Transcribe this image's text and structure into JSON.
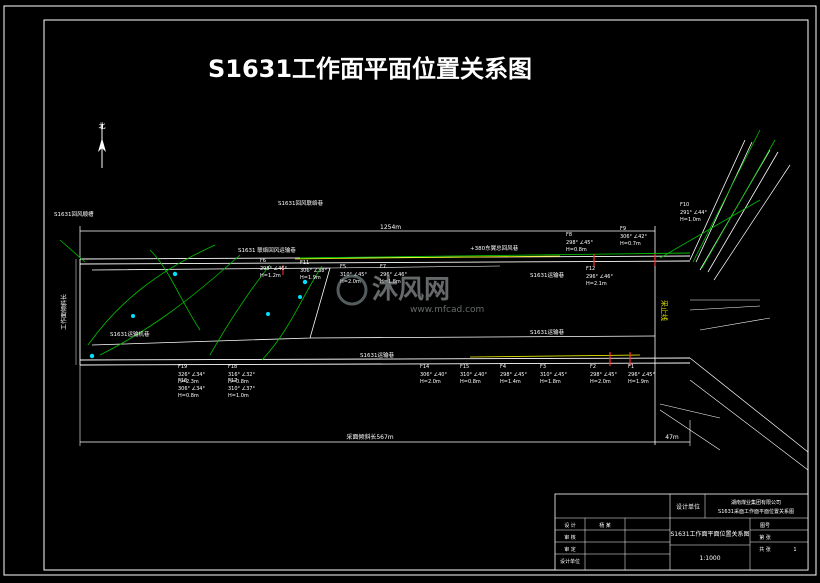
{
  "title": "S1631工作面平面位置关系图",
  "watermark": {
    "brand": "沐风网",
    "url": "www.mfcad.com"
  },
  "colors": {
    "background": "#000000",
    "frame": "#ffffff",
    "entry": "#ffffff",
    "fault": "#00c000",
    "highlight": "#e8e800",
    "cut": "#ff3030",
    "water": "#00e0ff"
  },
  "labels": {
    "top_dim": "1254m",
    "left_roadway": "S1631回风顺槽",
    "left_side_box": "工作面倾斜长",
    "wind_lane": "S1631回风联络巷",
    "top_lane": "S1631 联络回风运输巷",
    "top_right_lane": "+380东翼总回风巷",
    "middle_right": "S1631运输巷",
    "bottom_lane": "S1631运输巷",
    "inner_lane": "S1631运输巷",
    "inner_left": "S1631运输机巷",
    "bottom_dim": "采面倾斜长567m",
    "bottom_right_dim": "47m",
    "right_vertical": "采止线"
  },
  "faults": [
    {
      "name": "F19",
      "dip": "326° ∠34°",
      "h": "H=2.3m"
    },
    {
      "name": "F18",
      "dip": "316° ∠32°",
      "h": "H=0.8m"
    },
    {
      "name": "F16",
      "dip": "306° ∠34°",
      "h": "H=0.8m"
    },
    {
      "name": "F17",
      "dip": "310° ∠37°",
      "h": "H=1.0m"
    },
    {
      "name": "F14",
      "dip": "306° ∠40°",
      "h": "H=2.0m"
    },
    {
      "name": "F15",
      "dip": "310° ∠40°",
      "h": "H=0.8m"
    },
    {
      "name": "F4",
      "dip": "298° ∠45°",
      "h": "H=1.4m"
    },
    {
      "name": "F3",
      "dip": "310° ∠45°",
      "h": "H=1.8m"
    },
    {
      "name": "F2",
      "dip": "298° ∠45°",
      "h": "H=2.0m"
    },
    {
      "name": "F1",
      "dip": "296° ∠45°",
      "h": "H=1.9m"
    },
    {
      "name": "F6",
      "dip": "298° ∠46°",
      "h": "H=1.2m"
    },
    {
      "name": "F11",
      "dip": "306° ∠38°",
      "h": "H=1.9m"
    },
    {
      "name": "F5",
      "dip": "310° ∠45°",
      "h": "H=2.0m"
    },
    {
      "name": "F7",
      "dip": "296° ∠46°",
      "h": "H=1.8m"
    },
    {
      "name": "F8",
      "dip": "298° ∠45°",
      "h": "H=0.8m"
    },
    {
      "name": "F9",
      "dip": "306° ∠42°",
      "h": "H=0.7m"
    },
    {
      "name": "F10",
      "dip": "291° ∠44°",
      "h": "H=1.0m"
    },
    {
      "name": "F12",
      "dip": "296° ∠46°",
      "h": "H=2.1m"
    }
  ],
  "north": "北",
  "title_block": {
    "company": "湖南煤业集团有限公司",
    "project": "S1631采面工作面平面位置关系图",
    "designer_label": "设计单位",
    "drawing_name": "S1631工作面平面位置关系图",
    "scale": "1:1000",
    "drawing_no_label": "图号",
    "rows": [
      {
        "role": "设 计",
        "name": "杨 某"
      },
      {
        "role": "审 核",
        "name": ""
      },
      {
        "role": "审 定",
        "name": ""
      },
      {
        "role": "设计单位",
        "name": ""
      }
    ],
    "sheet_label": "第 张",
    "sheet_total": "共 张",
    "sheet": "1"
  }
}
